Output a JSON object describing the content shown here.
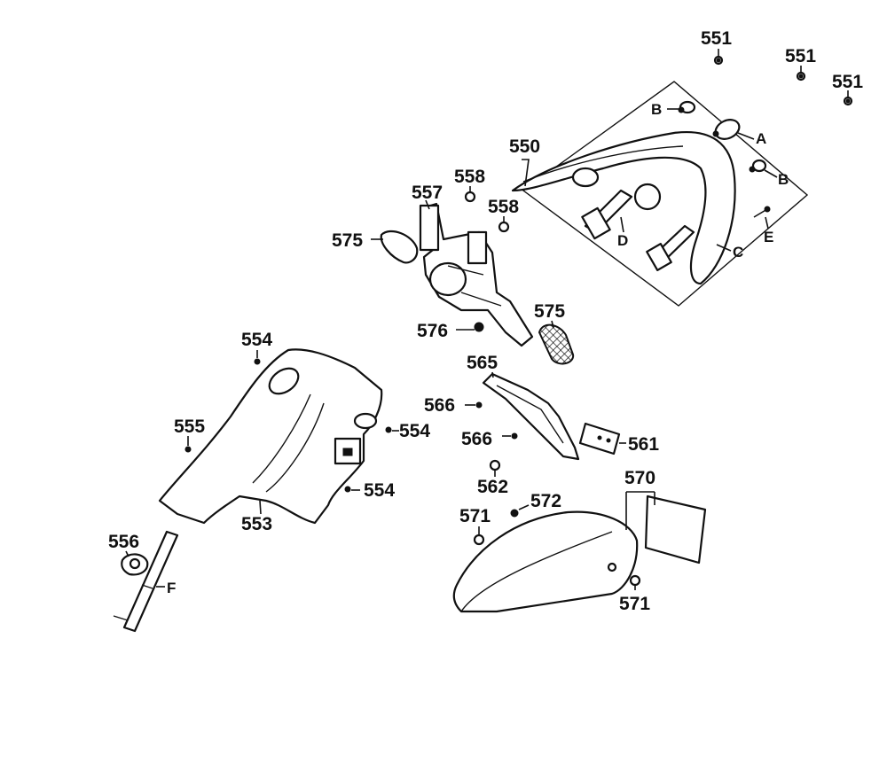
{
  "diagram": {
    "callouts": [
      {
        "id": "c551a",
        "text": "551"
      },
      {
        "id": "c551b",
        "text": "551"
      },
      {
        "id": "c551c",
        "text": "551"
      },
      {
        "id": "c550",
        "text": "550"
      },
      {
        "id": "c558a",
        "text": "558"
      },
      {
        "id": "c558b",
        "text": "558"
      },
      {
        "id": "c557",
        "text": "557"
      },
      {
        "id": "c575a",
        "text": "575"
      },
      {
        "id": "c575b",
        "text": "575"
      },
      {
        "id": "c576",
        "text": "576"
      },
      {
        "id": "c554a",
        "text": "554"
      },
      {
        "id": "c554b",
        "text": "554"
      },
      {
        "id": "c554c",
        "text": "554"
      },
      {
        "id": "c555",
        "text": "555"
      },
      {
        "id": "c553",
        "text": "553"
      },
      {
        "id": "c556",
        "text": "556"
      },
      {
        "id": "c565",
        "text": "565"
      },
      {
        "id": "c566a",
        "text": "566"
      },
      {
        "id": "c566b",
        "text": "566"
      },
      {
        "id": "c561",
        "text": "561"
      },
      {
        "id": "c562",
        "text": "562"
      },
      {
        "id": "c570",
        "text": "570"
      },
      {
        "id": "c572",
        "text": "572"
      },
      {
        "id": "c571a",
        "text": "571"
      },
      {
        "id": "c571b",
        "text": "571"
      }
    ],
    "letters": [
      {
        "id": "lA",
        "text": "A"
      },
      {
        "id": "lB1",
        "text": "B"
      },
      {
        "id": "lB2",
        "text": "B"
      },
      {
        "id": "lC",
        "text": "C"
      },
      {
        "id": "lD",
        "text": "D"
      },
      {
        "id": "lE",
        "text": "E"
      },
      {
        "id": "lF",
        "text": "F"
      }
    ]
  }
}
